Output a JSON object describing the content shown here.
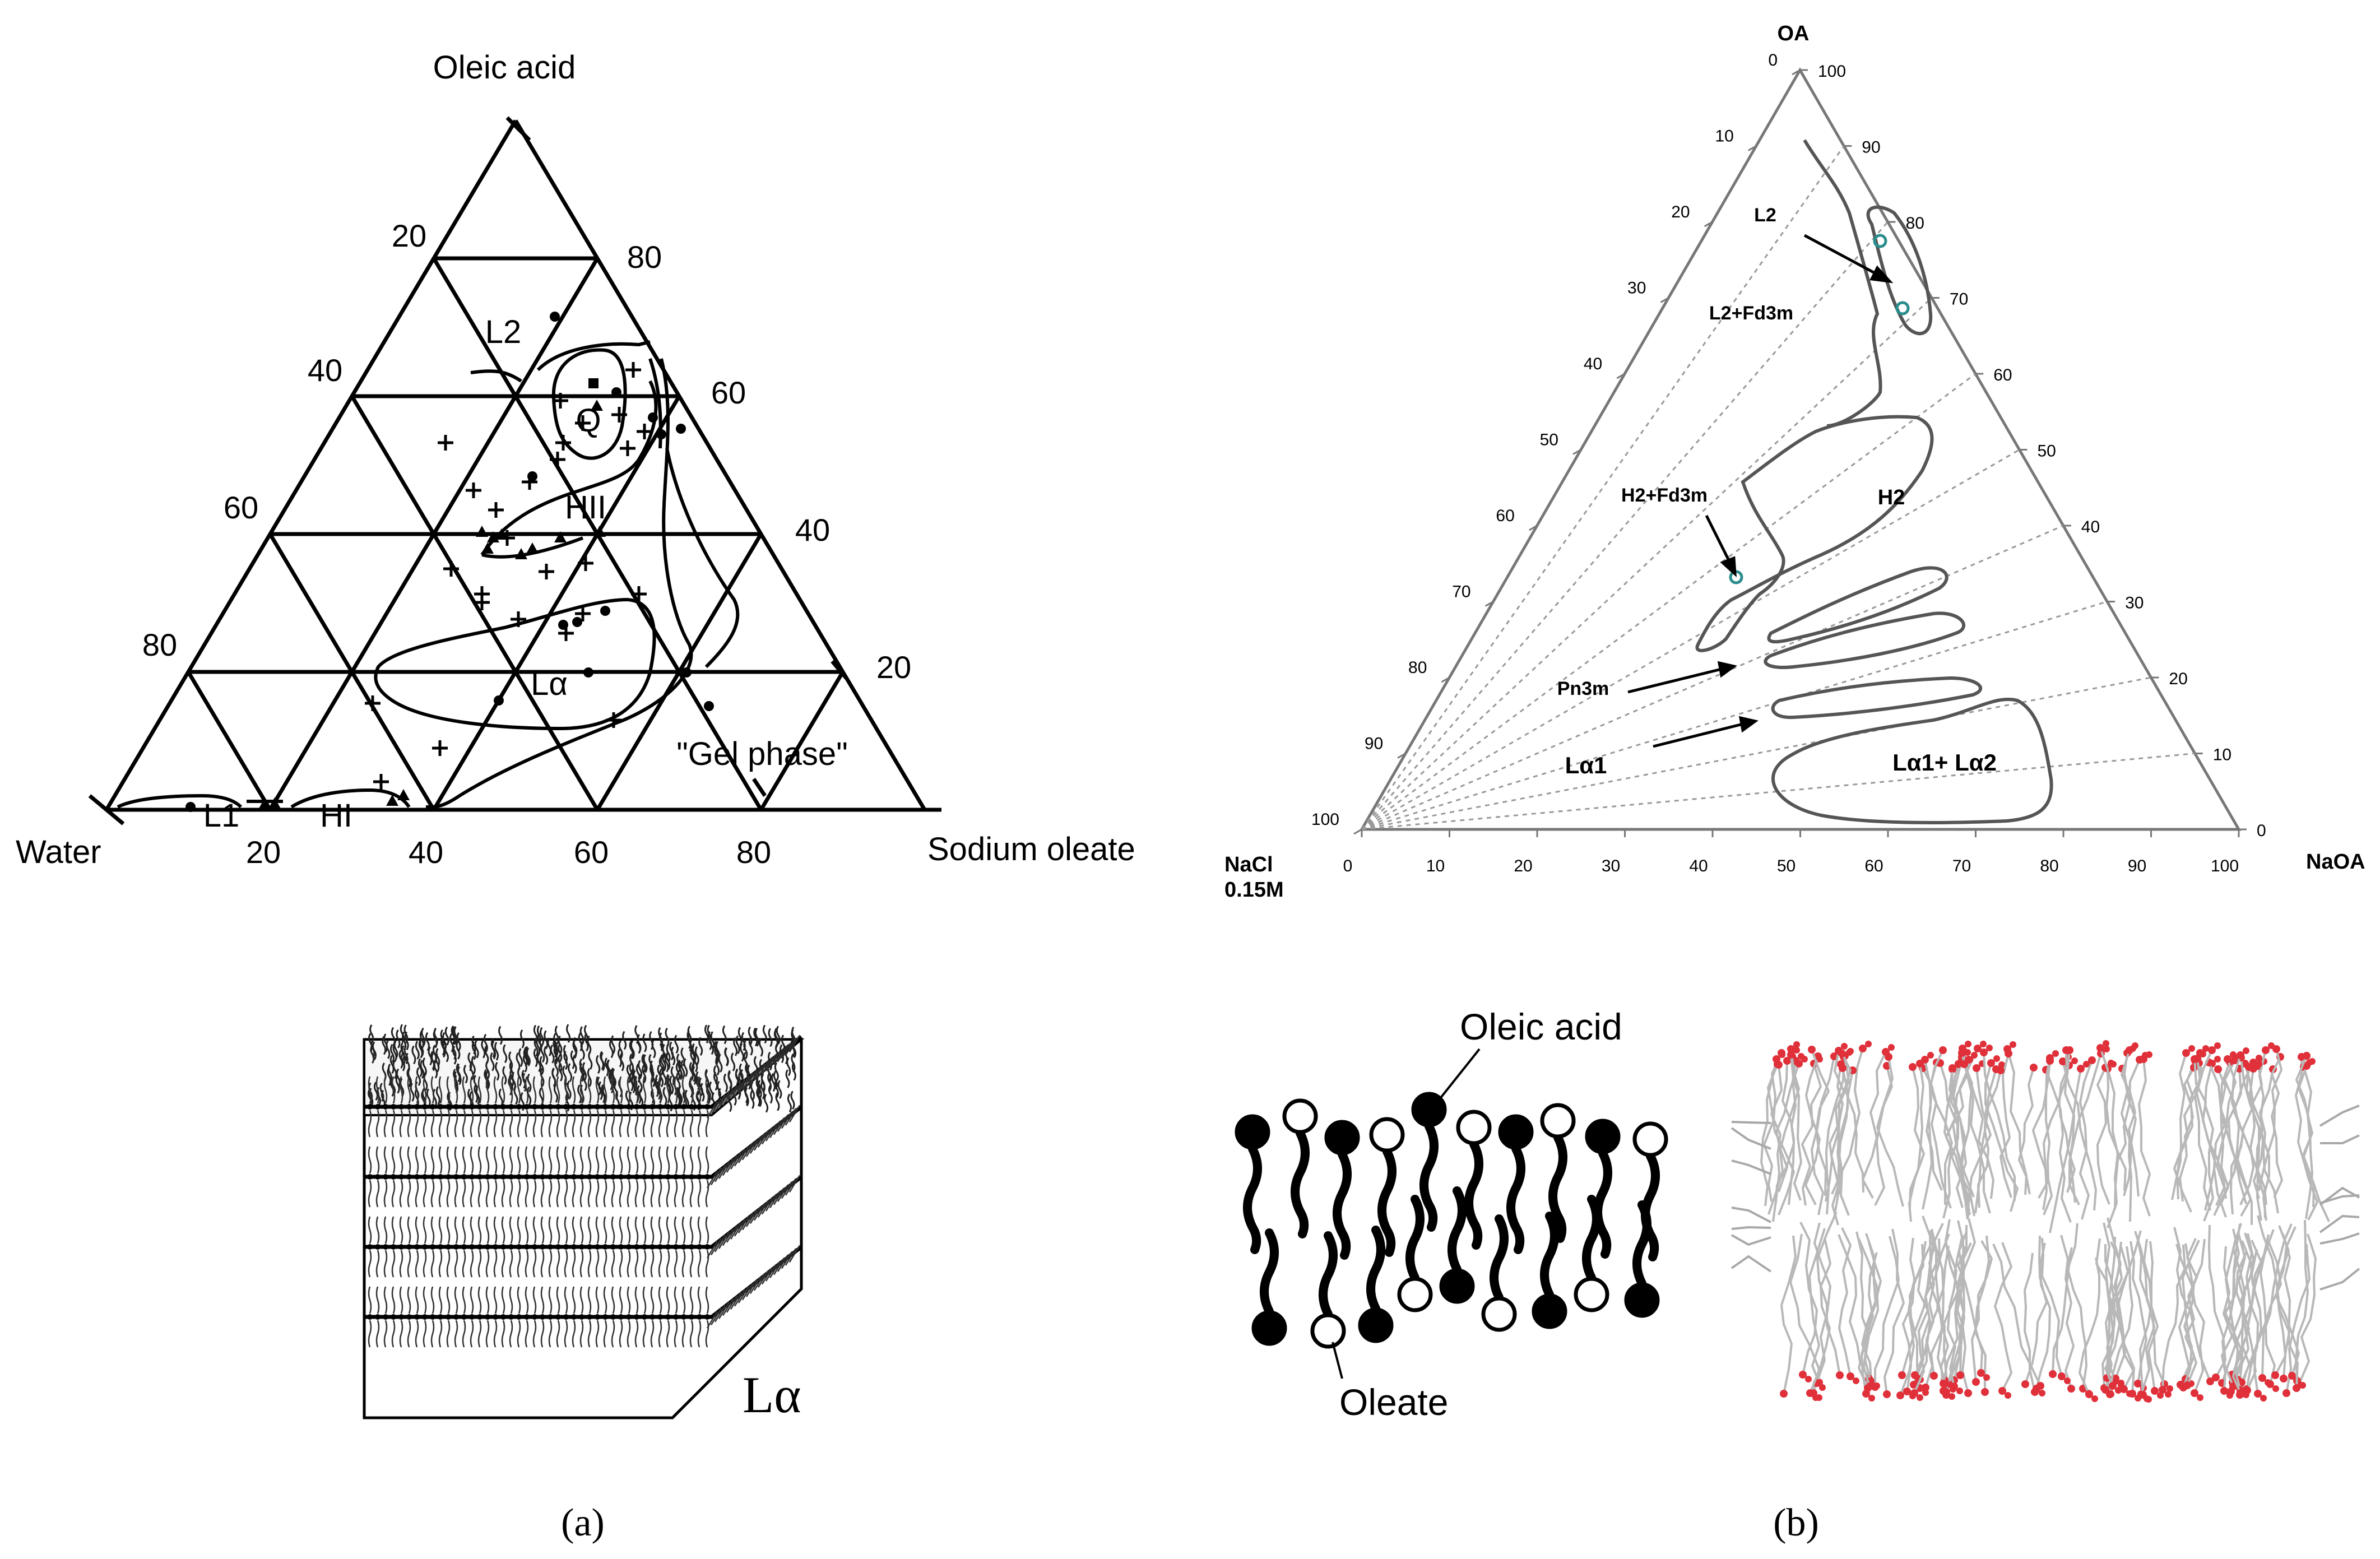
{
  "figure": {
    "panel_a_label": "(a)",
    "panel_b_label": "(b)"
  },
  "diagram_a": {
    "apex_top": "Oleic acid",
    "apex_left": "Water",
    "apex_right": "Sodium oleate",
    "left_edge_ticks": [
      "20",
      "40",
      "60",
      "80"
    ],
    "right_edge_ticks": [
      "80",
      "60",
      "40",
      "20"
    ],
    "bottom_ticks": [
      "20",
      "40",
      "60",
      "80"
    ],
    "regions": [
      "L2",
      "Q",
      "HII",
      "Lα",
      "\"Gel phase\"",
      "L1",
      "HI"
    ]
  },
  "bilayer_a": {
    "label": "Lα"
  },
  "diagram_b": {
    "apex_top": "OA",
    "apex_left_line1": "NaCl",
    "apex_left_line2": "0.15M",
    "apex_right": "NaOA",
    "left_ticks": [
      "0",
      "10",
      "20",
      "30",
      "40",
      "50",
      "60",
      "70",
      "80",
      "90",
      "100"
    ],
    "right_ticks": [
      "100",
      "90",
      "80",
      "70",
      "60",
      "50",
      "40",
      "30",
      "20",
      "10",
      "0"
    ],
    "bottom_ticks": [
      "0",
      "10",
      "20",
      "30",
      "40",
      "50",
      "60",
      "70",
      "80",
      "90",
      "100"
    ],
    "regions": [
      "L2",
      "L2+Fd3m",
      "H2+Fd3m",
      "H2",
      "Pn3m",
      "Lα1",
      "Lα1+ Lα2"
    ]
  },
  "bilayer_b": {
    "oleic_acid_label": "Oleic acid",
    "oleate_label": "Oleate"
  }
}
